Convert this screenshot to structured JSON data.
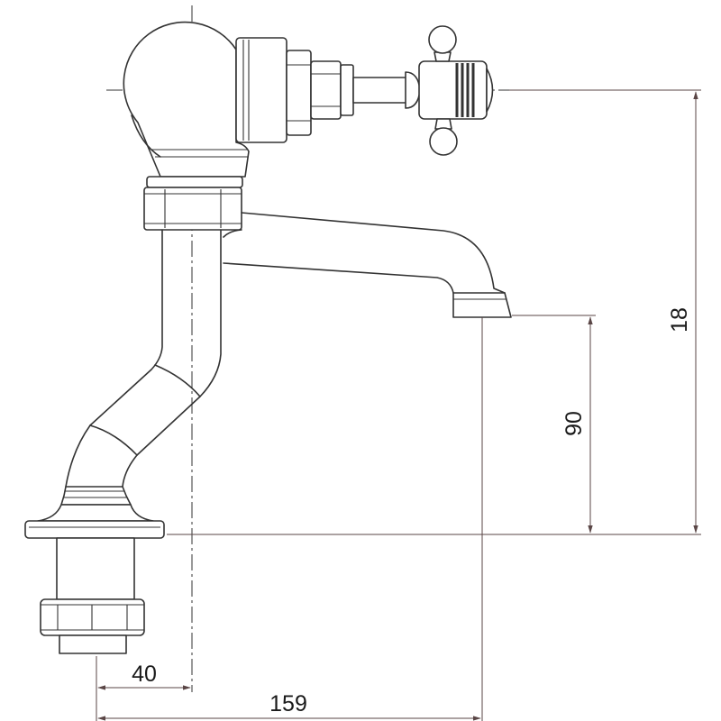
{
  "drawing": {
    "dimension_labels": {
      "right_vertical": "18",
      "middle_vertical": "90",
      "bottom_short": "40",
      "bottom_long": "159"
    }
  },
  "colors": {
    "line": "#333333",
    "dimension_line": "#5a4646",
    "text": "#1a1a1a",
    "background": "#ffffff"
  }
}
